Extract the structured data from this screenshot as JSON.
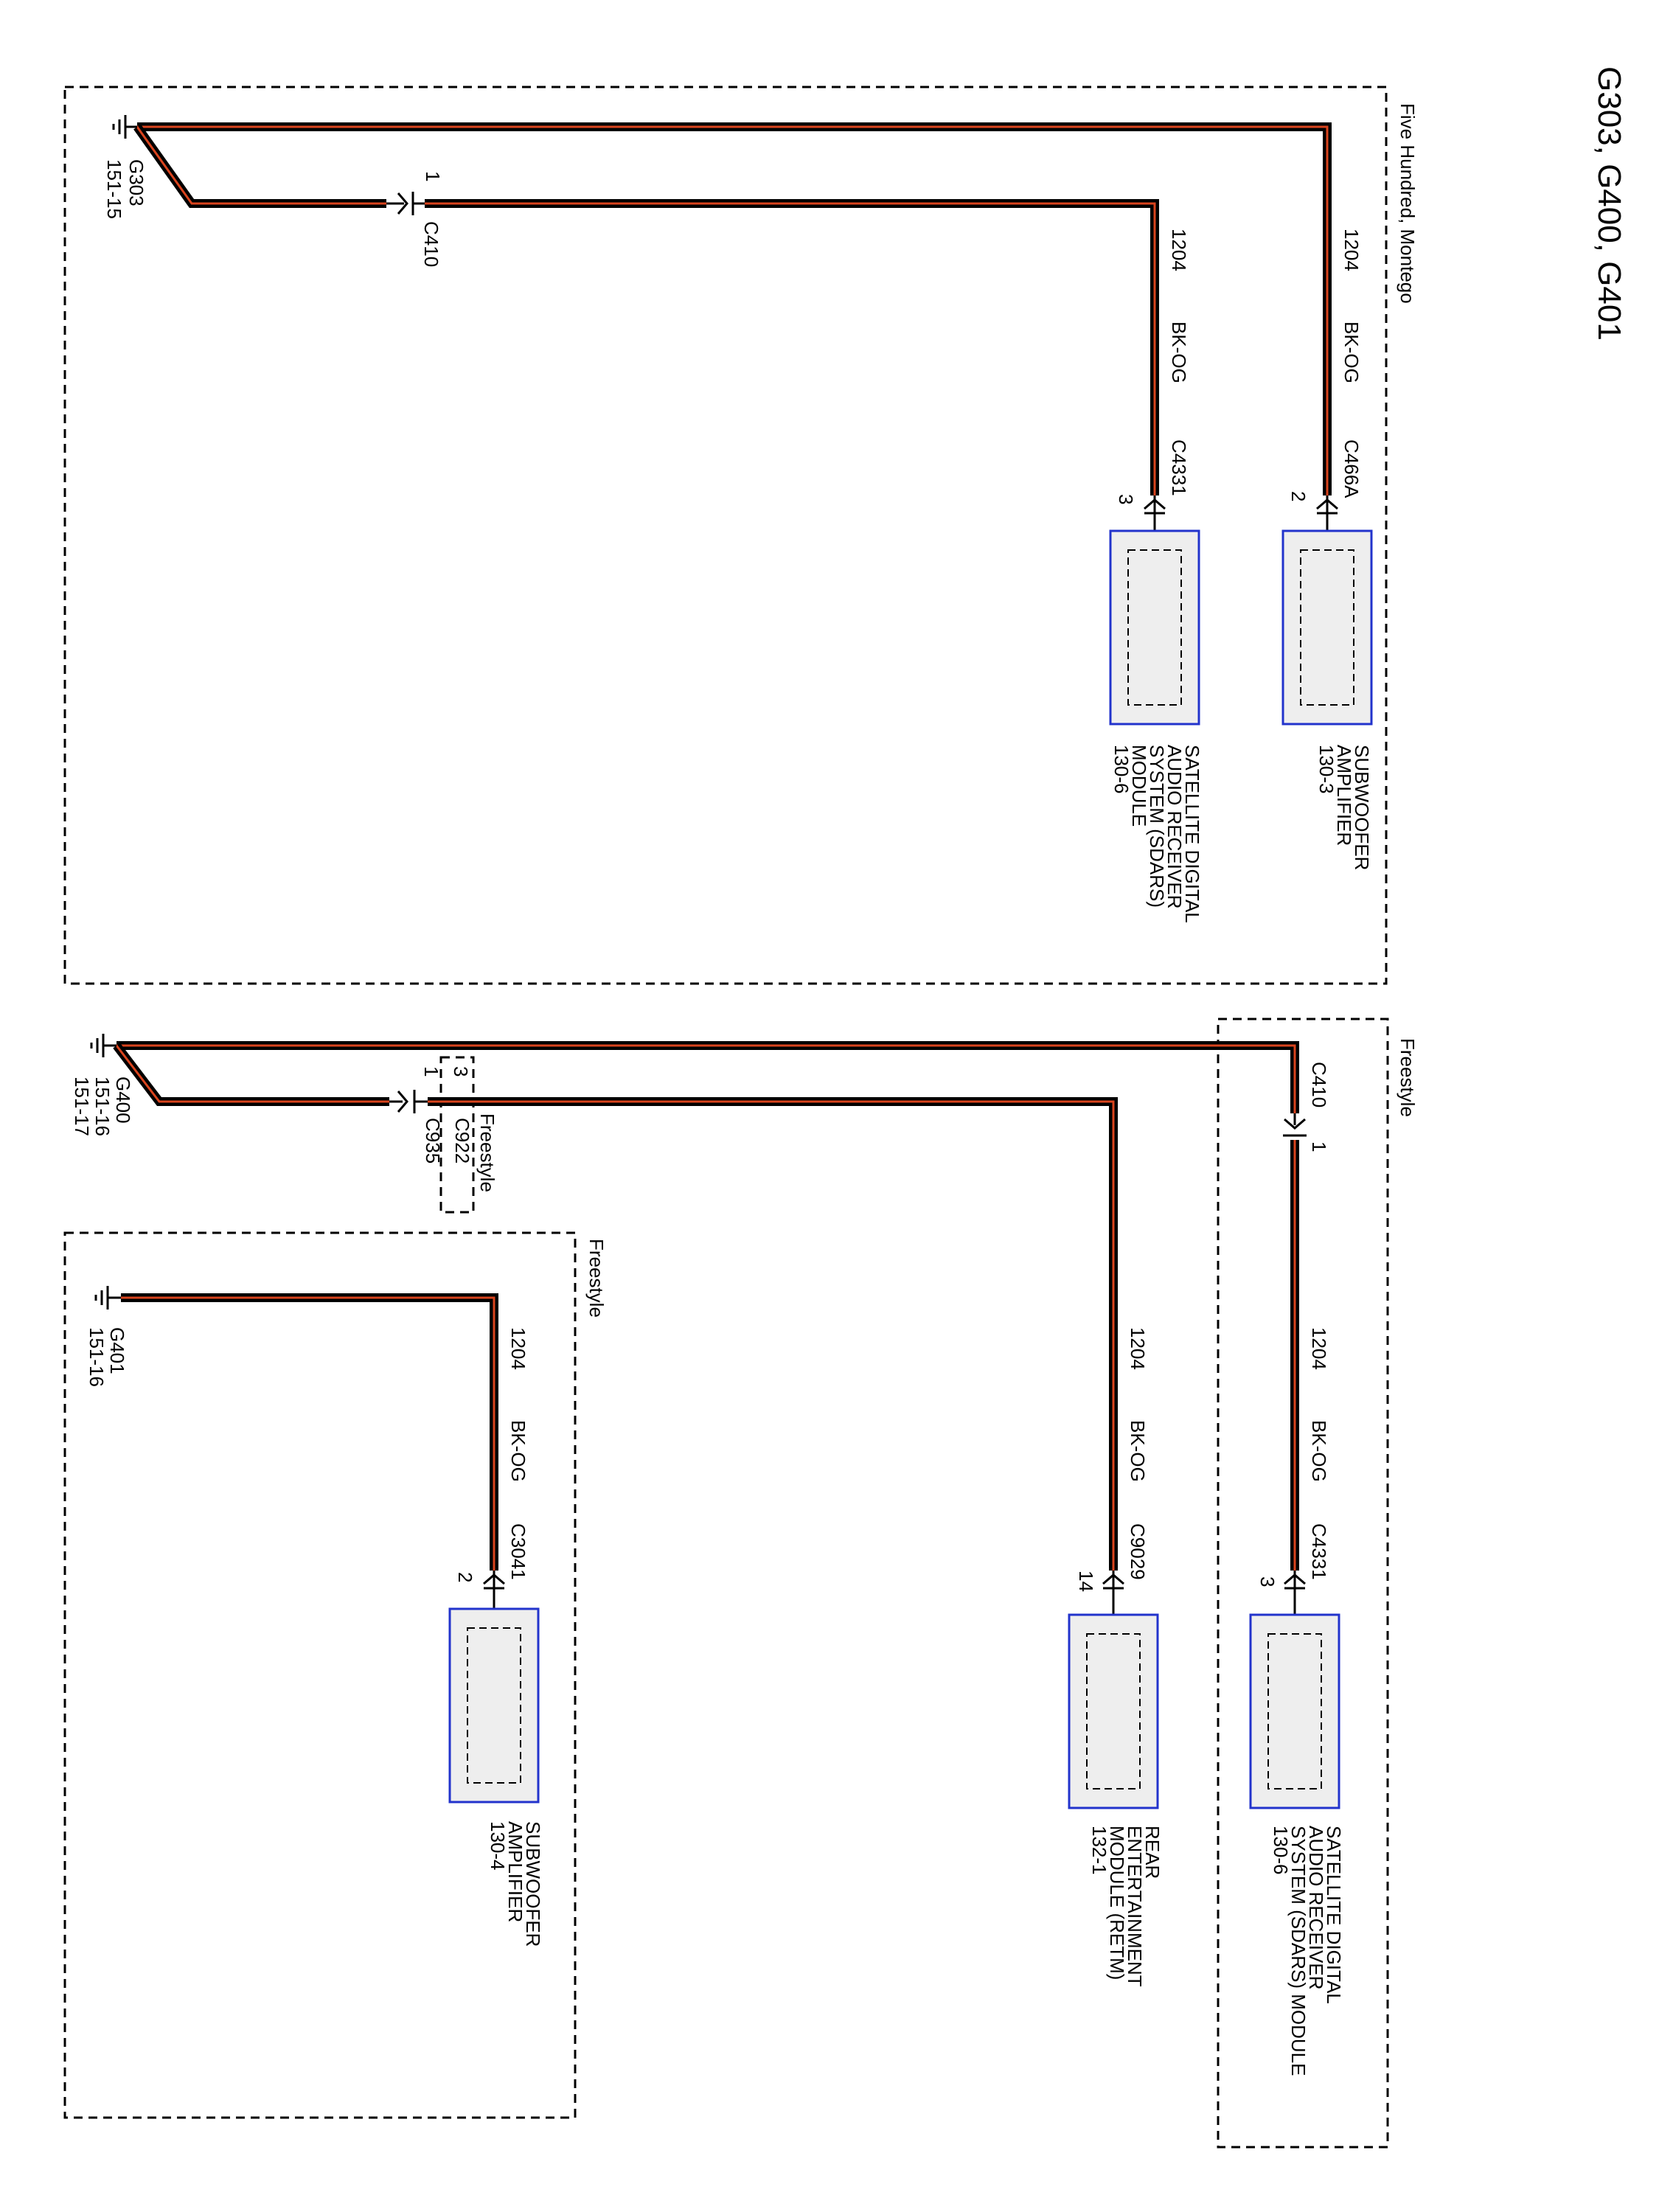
{
  "title": "G303, G400, G401",
  "colors": {
    "wire_outer": "#000000",
    "wire_inner": "#d9441e",
    "module_border": "#2233cc",
    "module_fill": "#eeeeee",
    "frame": "#000000"
  },
  "regions": {
    "top": "Five Hundred, Montego",
    "sdars_right": "Freestyle",
    "c922": "Freestyle",
    "bottom_left": "Freestyle"
  },
  "grounds": {
    "g303": {
      "name": "G303",
      "ref": "151-15"
    },
    "g400": {
      "name": "G400",
      "ref1": "151-16",
      "ref2": "151-17"
    },
    "g401": {
      "name": "G401",
      "ref": "151-16"
    }
  },
  "inline_connectors": {
    "c410_top": {
      "name": "C410",
      "pin": "1"
    },
    "c410_right": {
      "name": "C410",
      "pin": "1"
    },
    "c935": {
      "name": "C935",
      "pin": "1"
    },
    "c922": {
      "name": "C922",
      "pin": "3"
    }
  },
  "wires": {
    "w_sub_top": {
      "circuit": "1204",
      "color": "BK-OG"
    },
    "w_sdars_top": {
      "circuit": "1204",
      "color": "BK-OG"
    },
    "w_sdars_bot": {
      "circuit": "1204",
      "color": "BK-OG"
    },
    "w_retm": {
      "circuit": "1204",
      "color": "BK-OG"
    },
    "w_sub_bot": {
      "circuit": "1204",
      "color": "BK-OG"
    }
  },
  "modules": {
    "sub_top": {
      "connector": "C466A",
      "pin": "2",
      "lines": [
        "SUBWOOFER",
        "AMPLIFIER",
        "130-3"
      ]
    },
    "sdars_top": {
      "connector": "C4331",
      "pin": "3",
      "lines": [
        "SATELLITE DIGITAL",
        "AUDIO RECEIVER",
        "SYSTEM (SDARS)",
        "MODULE",
        "130-6"
      ]
    },
    "sdars_bot": {
      "connector": "C4331",
      "pin": "3",
      "lines": [
        "SATELLITE DIGITAL",
        "AUDIO RECEIVER",
        "SYSTEM (SDARS) MODULE",
        "130-6"
      ]
    },
    "retm": {
      "connector": "C9029",
      "pin": "14",
      "lines": [
        "REAR",
        "ENTERTAINMENT",
        "MODULE (RETM)",
        "132-1"
      ]
    },
    "sub_bot": {
      "connector": "C3041",
      "pin": "2",
      "lines": [
        "SUBWOOFER",
        "AMPLIFIER",
        "130-4"
      ]
    }
  }
}
